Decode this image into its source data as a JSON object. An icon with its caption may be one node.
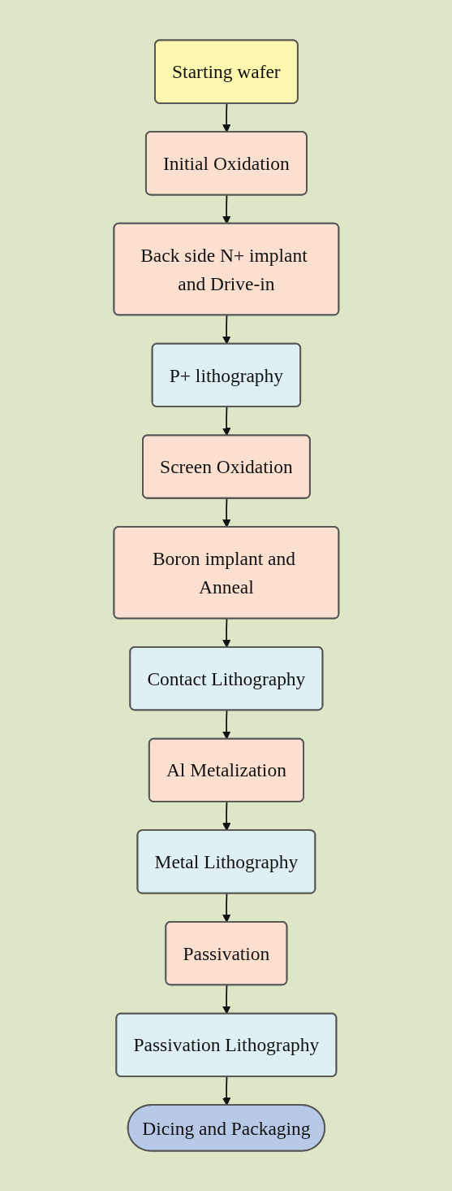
{
  "diagram": {
    "nodes": [
      {
        "text": [
          "Starting wafer"
        ]
      },
      {
        "text": [
          "Initial Oxidation"
        ]
      },
      {
        "text": [
          "Back side N+ implant and Drive-in"
        ]
      },
      {
        "text": [
          "P+ lithography"
        ]
      },
      {
        "text": [
          "Screen Oxidation"
        ]
      },
      {
        "text": [
          "Boron implant and Anneal"
        ]
      },
      {
        "text": [
          "Contact Lithography"
        ]
      },
      {
        "text": [
          "Al Metalization"
        ]
      },
      {
        "text": [
          "Metal Lithography"
        ]
      },
      {
        "text": [
          "Passivation"
        ]
      },
      {
        "text": [
          "Passivation Lithography"
        ]
      },
      {
        "text": [
          "Dicing and Packaging"
        ]
      }
    ],
    "edges": [
      {
        "from": 0,
        "to": 1,
        "arrow": "to"
      },
      {
        "from": 1,
        "to": 2,
        "arrow": "to"
      },
      {
        "from": 2,
        "to": 3,
        "arrow": "to"
      },
      {
        "from": 3,
        "to": 4,
        "arrow": "to"
      },
      {
        "from": 4,
        "to": 5,
        "arrow": "to"
      },
      {
        "from": 5,
        "to": 6,
        "arrow": "to"
      },
      {
        "from": 6,
        "to": 7,
        "arrow": "to"
      },
      {
        "from": 7,
        "to": 8,
        "arrow": "to"
      },
      {
        "from": 8,
        "to": 9,
        "arrow": "to"
      },
      {
        "from": 9,
        "to": 10,
        "arrow": "to"
      },
      {
        "from": 10,
        "to": 11,
        "arrow": "to"
      }
    ]
  }
}
